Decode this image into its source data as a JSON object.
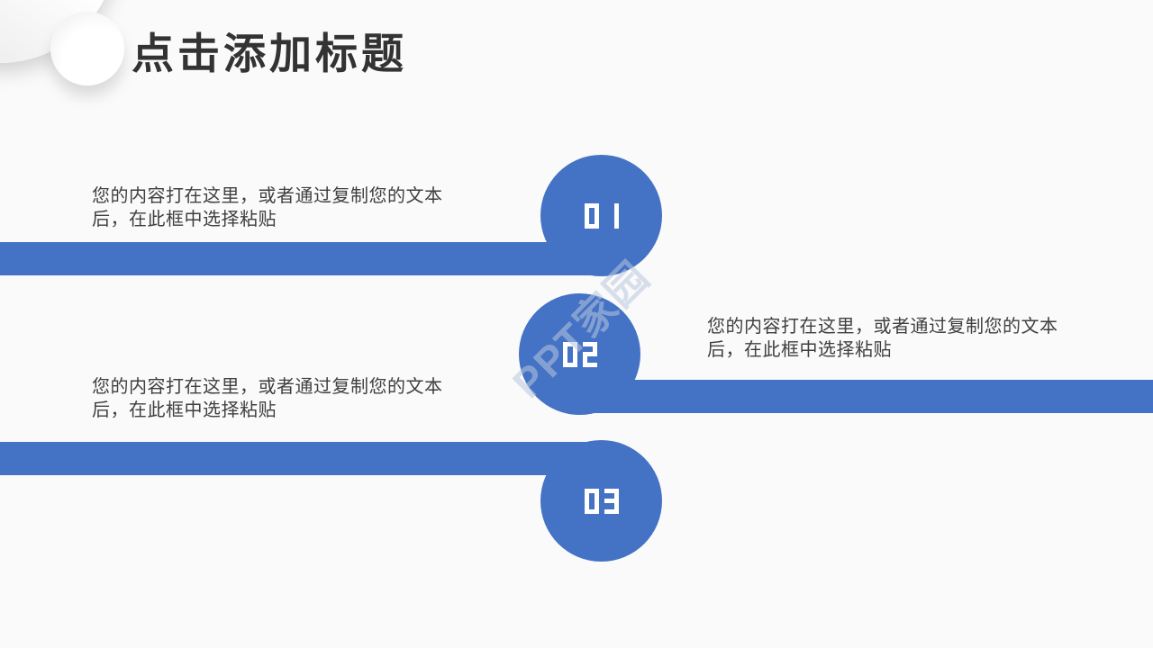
{
  "slide": {
    "title": "点击添加标题",
    "watermark": "PPT家园",
    "colors": {
      "accent_blue": "#4472c4",
      "title_text": "#333333",
      "body_text": "#3f3f3f",
      "number_text": "#ffffff",
      "background": "#fafafa"
    },
    "items": [
      {
        "number": "01",
        "text": "您的内容打在这里，或者通过复制您的文本后，在此框中选择粘贴"
      },
      {
        "number": "02",
        "text": "您的内容打在这里，或者通过复制您的文本后，在此框中选择粘贴"
      },
      {
        "number": "03",
        "text": "您的内容打在这里，或者通过复制您的文本后，在此框中选择粘贴"
      }
    ]
  }
}
